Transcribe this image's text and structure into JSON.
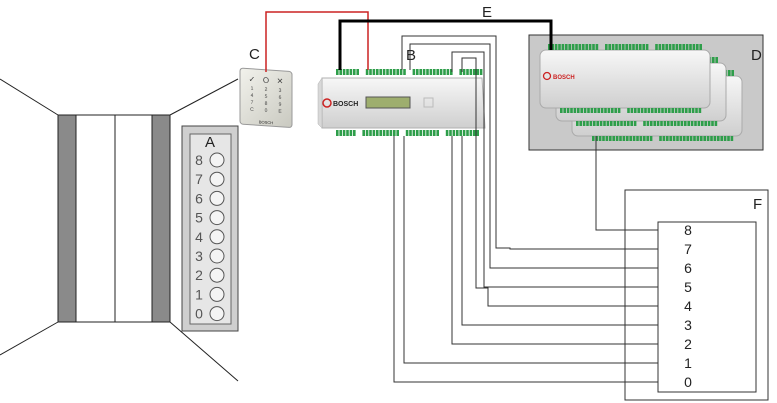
{
  "labels": {
    "a": "A",
    "b": "B",
    "c": "C",
    "d": "D",
    "e": "E",
    "f": "F"
  },
  "elevator_panel": {
    "floors": [
      "8",
      "7",
      "6",
      "5",
      "4",
      "3",
      "2",
      "1",
      "0"
    ]
  },
  "floor_terminals": {
    "floors": [
      "8",
      "7",
      "6",
      "5",
      "4",
      "3",
      "2",
      "1",
      "0"
    ]
  },
  "keypad": {
    "keys": [
      "✓",
      "O",
      "✕",
      "1",
      "2",
      "3",
      "4",
      "5",
      "6",
      "7",
      "8",
      "9",
      "C",
      "0",
      "E"
    ],
    "brand": "BOSCH"
  },
  "controller": {
    "brand": "BOSCH"
  },
  "extension_modules": {
    "brand": "BOSCH"
  },
  "colors": {
    "signal_wire": "#cc2222",
    "bus_wire": "#000000",
    "terminal_green": "#2e9e4a",
    "module_grey": "#e4e4e4",
    "panel_grey": "#c8c8c8",
    "door_grey": "#888888"
  }
}
